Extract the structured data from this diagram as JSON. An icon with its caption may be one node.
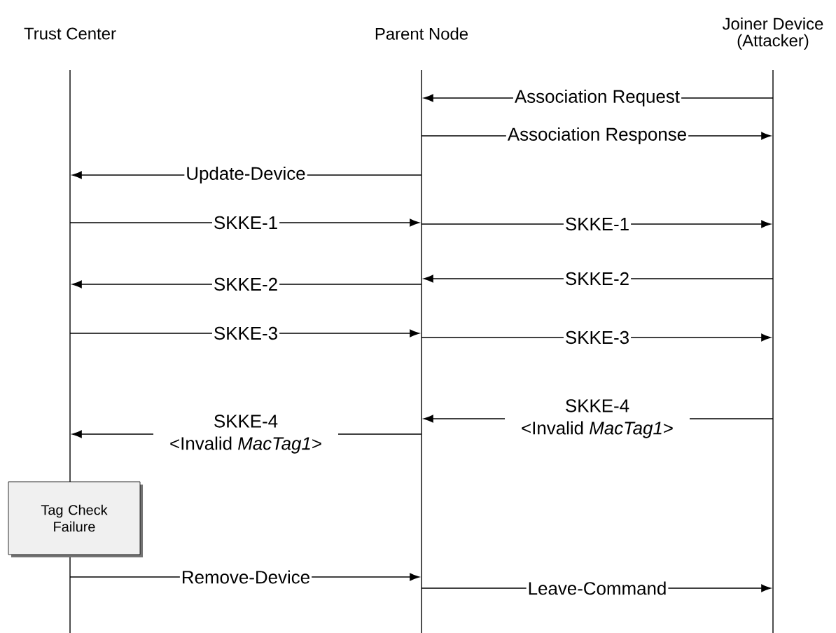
{
  "diagram": {
    "nodes": [
      {
        "text": [],
        "shape": "line",
        "beside": [
          "Trust Center"
        ]
      },
      {
        "text": [],
        "shape": "line",
        "beside": [
          "Parent Node"
        ]
      },
      {
        "text": [],
        "shape": "line",
        "beside": [
          "Joiner Device (Attacker)"
        ]
      },
      {
        "text": [
          "Tag Check Failure"
        ]
      }
    ],
    "edges": [
      {
        "from": 2,
        "to": 1,
        "arrow": "to",
        "label": "Association Request"
      },
      {
        "from": 1,
        "to": 2,
        "arrow": "to",
        "label": "Association Response"
      },
      {
        "from": 1,
        "to": 0,
        "arrow": "to",
        "label": "Update-Device"
      },
      {
        "from": 0,
        "to": 1,
        "arrow": "to",
        "label": "SKKE-1"
      },
      {
        "from": 1,
        "to": 2,
        "arrow": "to",
        "label": "SKKE-1"
      },
      {
        "from": 2,
        "to": 1,
        "arrow": "to",
        "label": "SKKE-2"
      },
      {
        "from": 1,
        "to": 0,
        "arrow": "to",
        "label": "SKKE-2"
      },
      {
        "from": 0,
        "to": 1,
        "arrow": "to",
        "label": "SKKE-3"
      },
      {
        "from": 1,
        "to": 2,
        "arrow": "to",
        "label": "SKKE-3"
      },
      {
        "from": 2,
        "to": 1,
        "arrow": "to",
        "label": "SKKE-4 <Invalid *MacTag1*>"
      },
      {
        "from": 1,
        "to": 0,
        "arrow": "to",
        "label": "SKKE-4 <Invalid *MacTag1*>"
      },
      {
        "from": 0,
        "to": 1,
        "arrow": "to",
        "label": "Remove-Device"
      },
      {
        "from": 1,
        "to": 2,
        "arrow": "to",
        "label": "Leave-Command"
      }
    ]
  }
}
